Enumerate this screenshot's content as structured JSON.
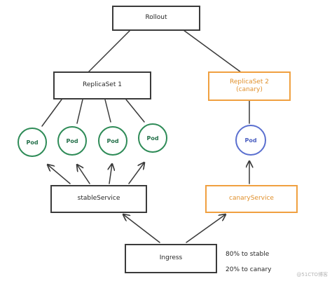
{
  "diagram": {
    "nodes": {
      "rollout": {
        "label": "Rollout"
      },
      "replicaset1": {
        "label": "ReplicaSet 1"
      },
      "replicaset2": {
        "label": "ReplicaSet 2\n(canary)"
      },
      "stable_service": {
        "label": "stableService"
      },
      "canary_service": {
        "label": "canaryService"
      },
      "ingress": {
        "label": "Ingress"
      }
    },
    "pods": {
      "stable": [
        "Pod",
        "Pod",
        "Pod",
        "Pod"
      ],
      "canary": [
        "Pod"
      ]
    },
    "notes": {
      "stable_split": "80% to stable",
      "canary_split": "20% to canary"
    },
    "colors": {
      "stable_pod": "#2e8b57",
      "canary": "#f0a040",
      "canary_pod": "#5a6fcf",
      "line": "#3a3a3a"
    }
  },
  "watermark": "@51CTO博客"
}
